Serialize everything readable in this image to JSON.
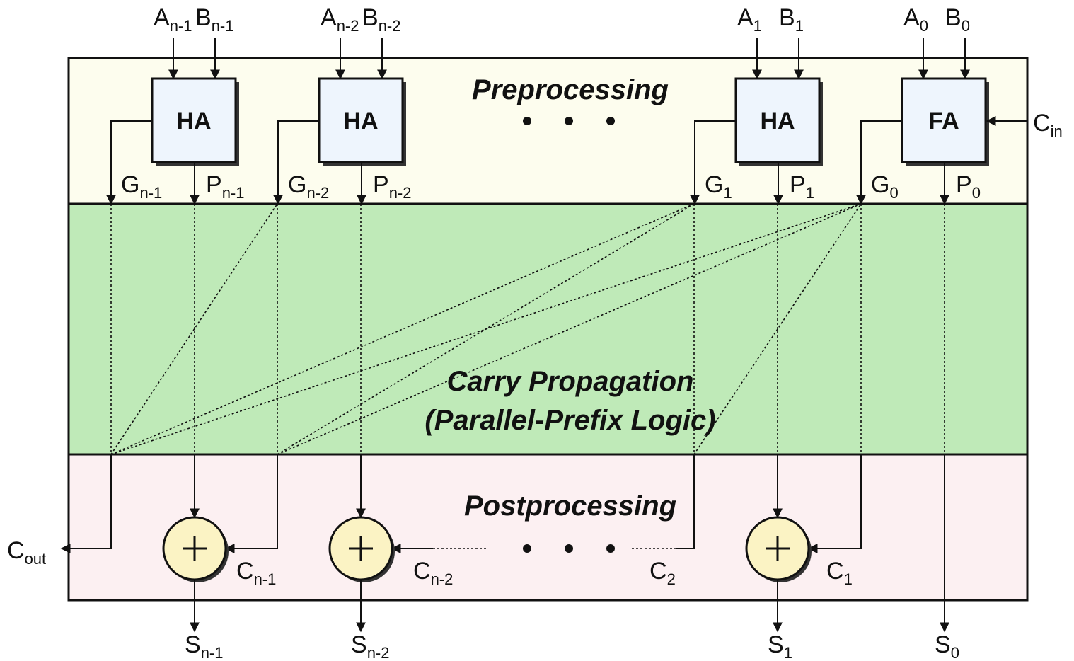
{
  "stages": {
    "preprocessing": "Preprocessing",
    "carry_line1": "Carry Propagation",
    "carry_line2": "(Parallel-Prefix Logic)",
    "postprocessing": "Postprocessing"
  },
  "blocks": [
    {
      "label": "HA",
      "a_main": "A",
      "a_sub": "n-1",
      "b_main": "B",
      "b_sub": "n-1",
      "g_main": "G",
      "g_sub": "n-1",
      "p_main": "P",
      "p_sub": "n-1"
    },
    {
      "label": "HA",
      "a_main": "A",
      "a_sub": "n-2",
      "b_main": "B",
      "b_sub": "n-2",
      "g_main": "G",
      "g_sub": "n-2",
      "p_main": "P",
      "p_sub": "n-2"
    },
    {
      "label": "HA",
      "a_main": "A",
      "a_sub": "1",
      "b_main": "B",
      "b_sub": "1",
      "g_main": "G",
      "g_sub": "1",
      "p_main": "P",
      "p_sub": "1"
    },
    {
      "label": "FA",
      "a_main": "A",
      "a_sub": "0",
      "b_main": "B",
      "b_sub": "0",
      "g_main": "G",
      "g_sub": "0",
      "p_main": "P",
      "p_sub": "0"
    }
  ],
  "cin": {
    "main": "C",
    "sub": "in"
  },
  "cout": {
    "main": "C",
    "sub": "out"
  },
  "carries": [
    {
      "main": "C",
      "sub": "n-1"
    },
    {
      "main": "C",
      "sub": "n-2"
    },
    {
      "main": "C",
      "sub": "2"
    },
    {
      "main": "C",
      "sub": "1"
    }
  ],
  "sums": [
    {
      "main": "S",
      "sub": "n-1"
    },
    {
      "main": "S",
      "sub": "n-2"
    },
    {
      "main": "S",
      "sub": "1"
    },
    {
      "main": "S",
      "sub": "0"
    }
  ],
  "colors": {
    "pre_bg": "#fdfdee",
    "carry_bg": "#bfeab8",
    "post_bg": "#fcf0f2",
    "box_fill": "#eef5fd",
    "xor_fill": "#fbf3c4",
    "shadow": "#333333"
  }
}
